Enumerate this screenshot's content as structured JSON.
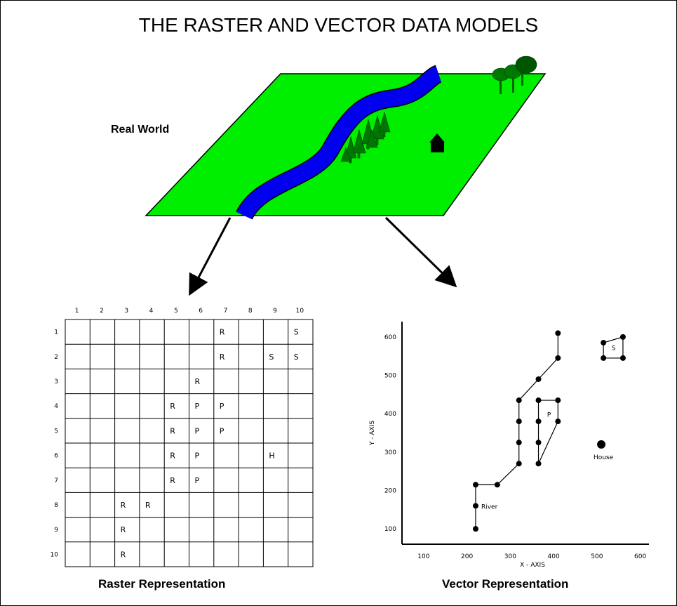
{
  "title": "THE RASTER AND VECTOR DATA MODELS",
  "real_world_label": "Real World",
  "raster": {
    "caption": "Raster Representation",
    "col_labels": [
      "1",
      "2",
      "3",
      "4",
      "5",
      "6",
      "7",
      "8",
      "9",
      "10"
    ],
    "row_labels": [
      "1",
      "2",
      "3",
      "4",
      "5",
      "6",
      "7",
      "8",
      "9",
      "10"
    ],
    "cells": [
      {
        "row": 1,
        "col": 7,
        "v": "R"
      },
      {
        "row": 1,
        "col": 10,
        "v": "S"
      },
      {
        "row": 2,
        "col": 7,
        "v": "R"
      },
      {
        "row": 2,
        "col": 9,
        "v": "S"
      },
      {
        "row": 2,
        "col": 10,
        "v": "S"
      },
      {
        "row": 3,
        "col": 6,
        "v": "R"
      },
      {
        "row": 4,
        "col": 5,
        "v": "R"
      },
      {
        "row": 4,
        "col": 6,
        "v": "P"
      },
      {
        "row": 4,
        "col": 7,
        "v": "P"
      },
      {
        "row": 5,
        "col": 5,
        "v": "R"
      },
      {
        "row": 5,
        "col": 6,
        "v": "P"
      },
      {
        "row": 5,
        "col": 7,
        "v": "P"
      },
      {
        "row": 6,
        "col": 5,
        "v": "R"
      },
      {
        "row": 6,
        "col": 6,
        "v": "P"
      },
      {
        "row": 6,
        "col": 9,
        "v": "H"
      },
      {
        "row": 7,
        "col": 5,
        "v": "R"
      },
      {
        "row": 7,
        "col": 6,
        "v": "P"
      },
      {
        "row": 8,
        "col": 3,
        "v": "R"
      },
      {
        "row": 8,
        "col": 4,
        "v": "R"
      },
      {
        "row": 9,
        "col": 3,
        "v": "R"
      },
      {
        "row": 10,
        "col": 3,
        "v": "R"
      }
    ]
  },
  "vector": {
    "caption": "Vector Representation",
    "x_axis_label": "X - AXIS",
    "y_axis_label": "Y - AXIS",
    "x_ticks": [
      "100",
      "200",
      "300",
      "400",
      "500",
      "600"
    ],
    "y_ticks": [
      "100",
      "200",
      "300",
      "400",
      "500",
      "600"
    ],
    "x_range": [
      50,
      620
    ],
    "y_range": [
      60,
      640
    ],
    "river": {
      "label": "River",
      "points": [
        [
          220,
          100
        ],
        [
          220,
          160
        ],
        [
          220,
          215
        ],
        [
          270,
          215
        ],
        [
          320,
          270
        ],
        [
          320,
          325
        ],
        [
          320,
          380
        ],
        [
          320,
          435
        ],
        [
          365,
          490
        ],
        [
          410,
          545
        ],
        [
          410,
          610
        ]
      ]
    },
    "pond": {
      "label": "P",
      "points": [
        [
          365,
          435
        ],
        [
          410,
          435
        ],
        [
          410,
          380
        ],
        [
          365,
          270
        ],
        [
          365,
          325
        ],
        [
          365,
          380
        ]
      ]
    },
    "structure": {
      "label": "S",
      "points": [
        [
          515,
          545
        ],
        [
          515,
          585
        ],
        [
          560,
          600
        ],
        [
          560,
          545
        ]
      ]
    },
    "house": {
      "label": "House",
      "point": [
        510,
        320
      ]
    }
  }
}
